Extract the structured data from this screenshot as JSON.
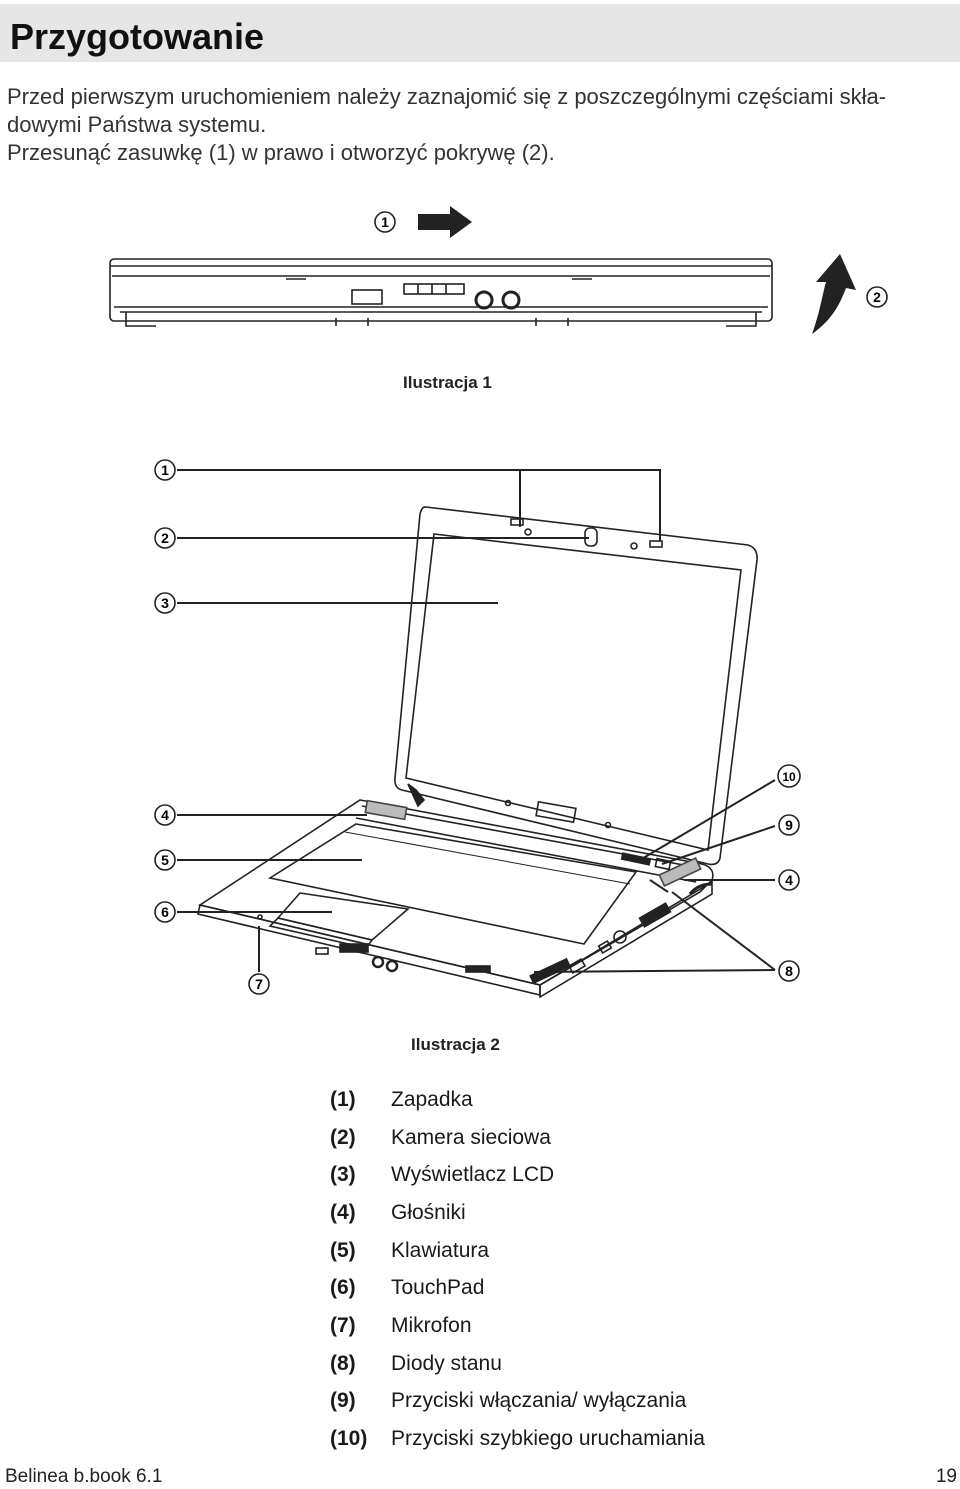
{
  "page": {
    "title": "Przygotowanie",
    "intro_line1": "Przed pierwszym uruchomieniem należy zaznajomić się z poszczególnymi częściami skła-",
    "intro_line2": "dowymi Państwa systemu.",
    "intro_line3": "Przesunąć zasuwkę (1) w prawo i otworzyć pokrywę (2)."
  },
  "figure1": {
    "caption": "Ilustracja 1",
    "markers": [
      "1",
      "2"
    ]
  },
  "figure2": {
    "caption": "Ilustracja 2",
    "markers": [
      "1",
      "2",
      "3",
      "4",
      "5",
      "6",
      "7",
      "10",
      "9",
      "4",
      "8"
    ]
  },
  "legend": [
    {
      "num": "(1)",
      "text": "Zapadka"
    },
    {
      "num": "(2)",
      "text": "Kamera sieciowa"
    },
    {
      "num": "(3)",
      "text": "Wyświetlacz LCD"
    },
    {
      "num": "(4)",
      "text": "Głośniki"
    },
    {
      "num": "(5)",
      "text": "Klawiatura"
    },
    {
      "num": "(6)",
      "text": "TouchPad"
    },
    {
      "num": "(7)",
      "text": "Mikrofon"
    },
    {
      "num": "(8)",
      "text": "Diody stanu"
    },
    {
      "num": "(9)",
      "text": "Przyciski włączania/ wyłączania"
    },
    {
      "num": "(10)",
      "text": "Przyciski szybkiego uruchamiania"
    }
  ],
  "footer": {
    "left": "Belinea b.book 6.1",
    "right": "19"
  }
}
